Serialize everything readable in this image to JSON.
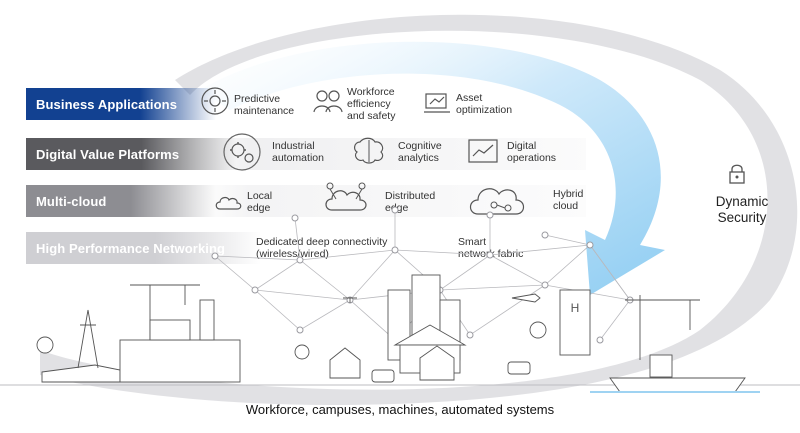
{
  "layers": [
    {
      "label": "Business Applications"
    },
    {
      "label": "Digital Value Platforms"
    },
    {
      "label": "Multi-cloud"
    },
    {
      "label": "High Performance Networking"
    }
  ],
  "business_apps": {
    "predictive": [
      "Predictive",
      "maintenance"
    ],
    "workforce": [
      "Workforce",
      "efficiency",
      "and safety"
    ],
    "asset": [
      "Asset",
      "optimization"
    ]
  },
  "platforms": {
    "industrial": [
      "Industrial",
      "automation"
    ],
    "cognitive": [
      "Cognitive",
      "analytics"
    ],
    "digital": [
      "Digital",
      "operations"
    ]
  },
  "cloud": {
    "local": [
      "Local",
      "edge"
    ],
    "distributed": [
      "Distributed",
      "edge"
    ],
    "hybrid": [
      "Hybrid",
      "cloud"
    ]
  },
  "networking": {
    "dedicated": [
      "Dedicated deep connectivity",
      "(wireless/wired)"
    ],
    "smart": [
      "Smart",
      "network fabric"
    ]
  },
  "security": [
    "Dynamic",
    "Security"
  ],
  "footer": "Workforce, campuses, machines, automated systems",
  "colors": {
    "brand_blue": "#124191",
    "arrow_light_blue": "#a9d8f5",
    "loop_grey": "#d9d9dc"
  }
}
